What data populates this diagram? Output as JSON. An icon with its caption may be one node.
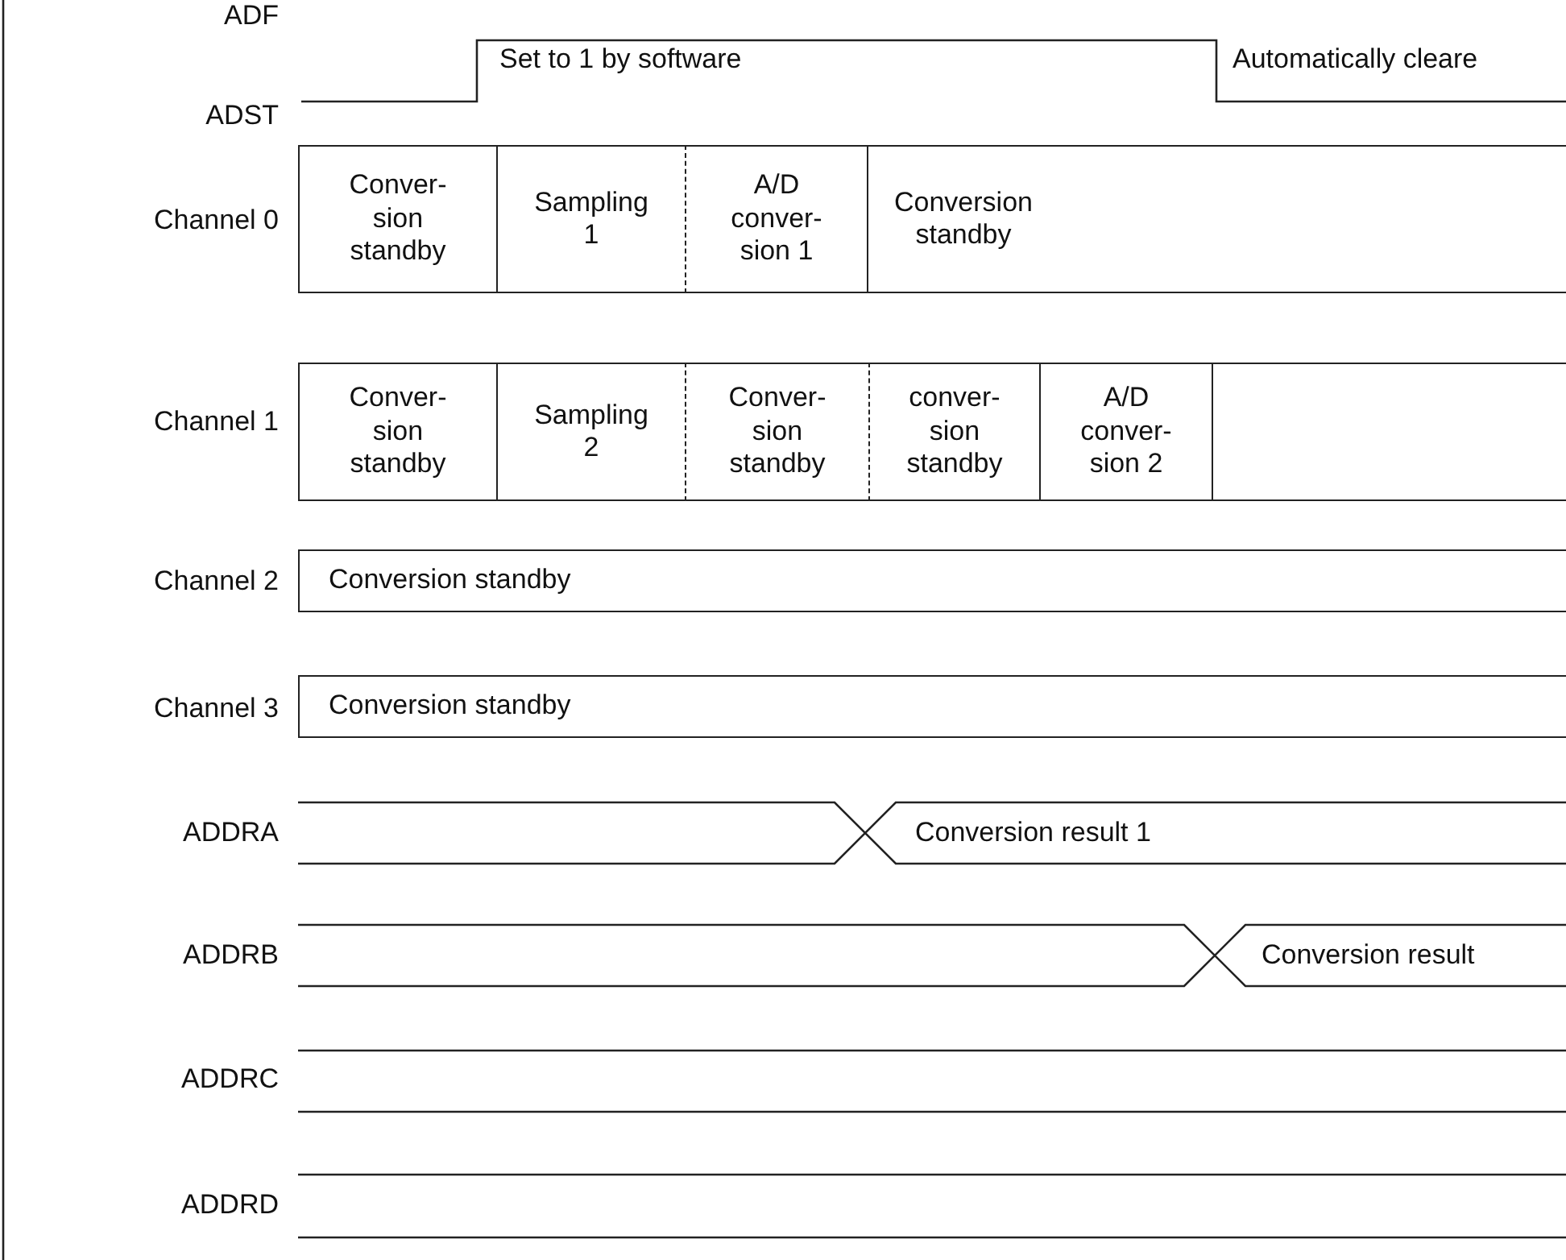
{
  "diagram": {
    "nodes": [
      {
        "text": [
          "Conver- sion standby"
        ]
      },
      {
        "text": [
          "Sampling 1"
        ]
      },
      {
        "text": [
          "A/D conver- sion 1"
        ]
      },
      {
        "text": [
          "Conversion standby"
        ]
      },
      {
        "text": [
          "Conver- sion standby"
        ]
      },
      {
        "text": [
          "Sampling 2"
        ]
      },
      {
        "text": [
          "Conver- sion standby"
        ]
      },
      {
        "text": [
          "conver- sion standby"
        ]
      },
      {
        "text": [
          "A/D conver- sion 2"
        ]
      },
      {
        "text": [],
        "shape": "box"
      },
      {
        "text": [
          "Conversion standby"
        ]
      },
      {
        "text": [
          "Conversion standby"
        ]
      }
    ],
    "labels": [
      "ADF",
      "ADST",
      "Set to 1 by software",
      "Automatically cleare",
      "Channel 0",
      "Channel 1",
      "Channel 2",
      "Channel 3",
      "ADDRA",
      "Conversion result 1",
      "ADDRB",
      "Conversion result",
      "ADDRC",
      "ADDRD"
    ]
  }
}
